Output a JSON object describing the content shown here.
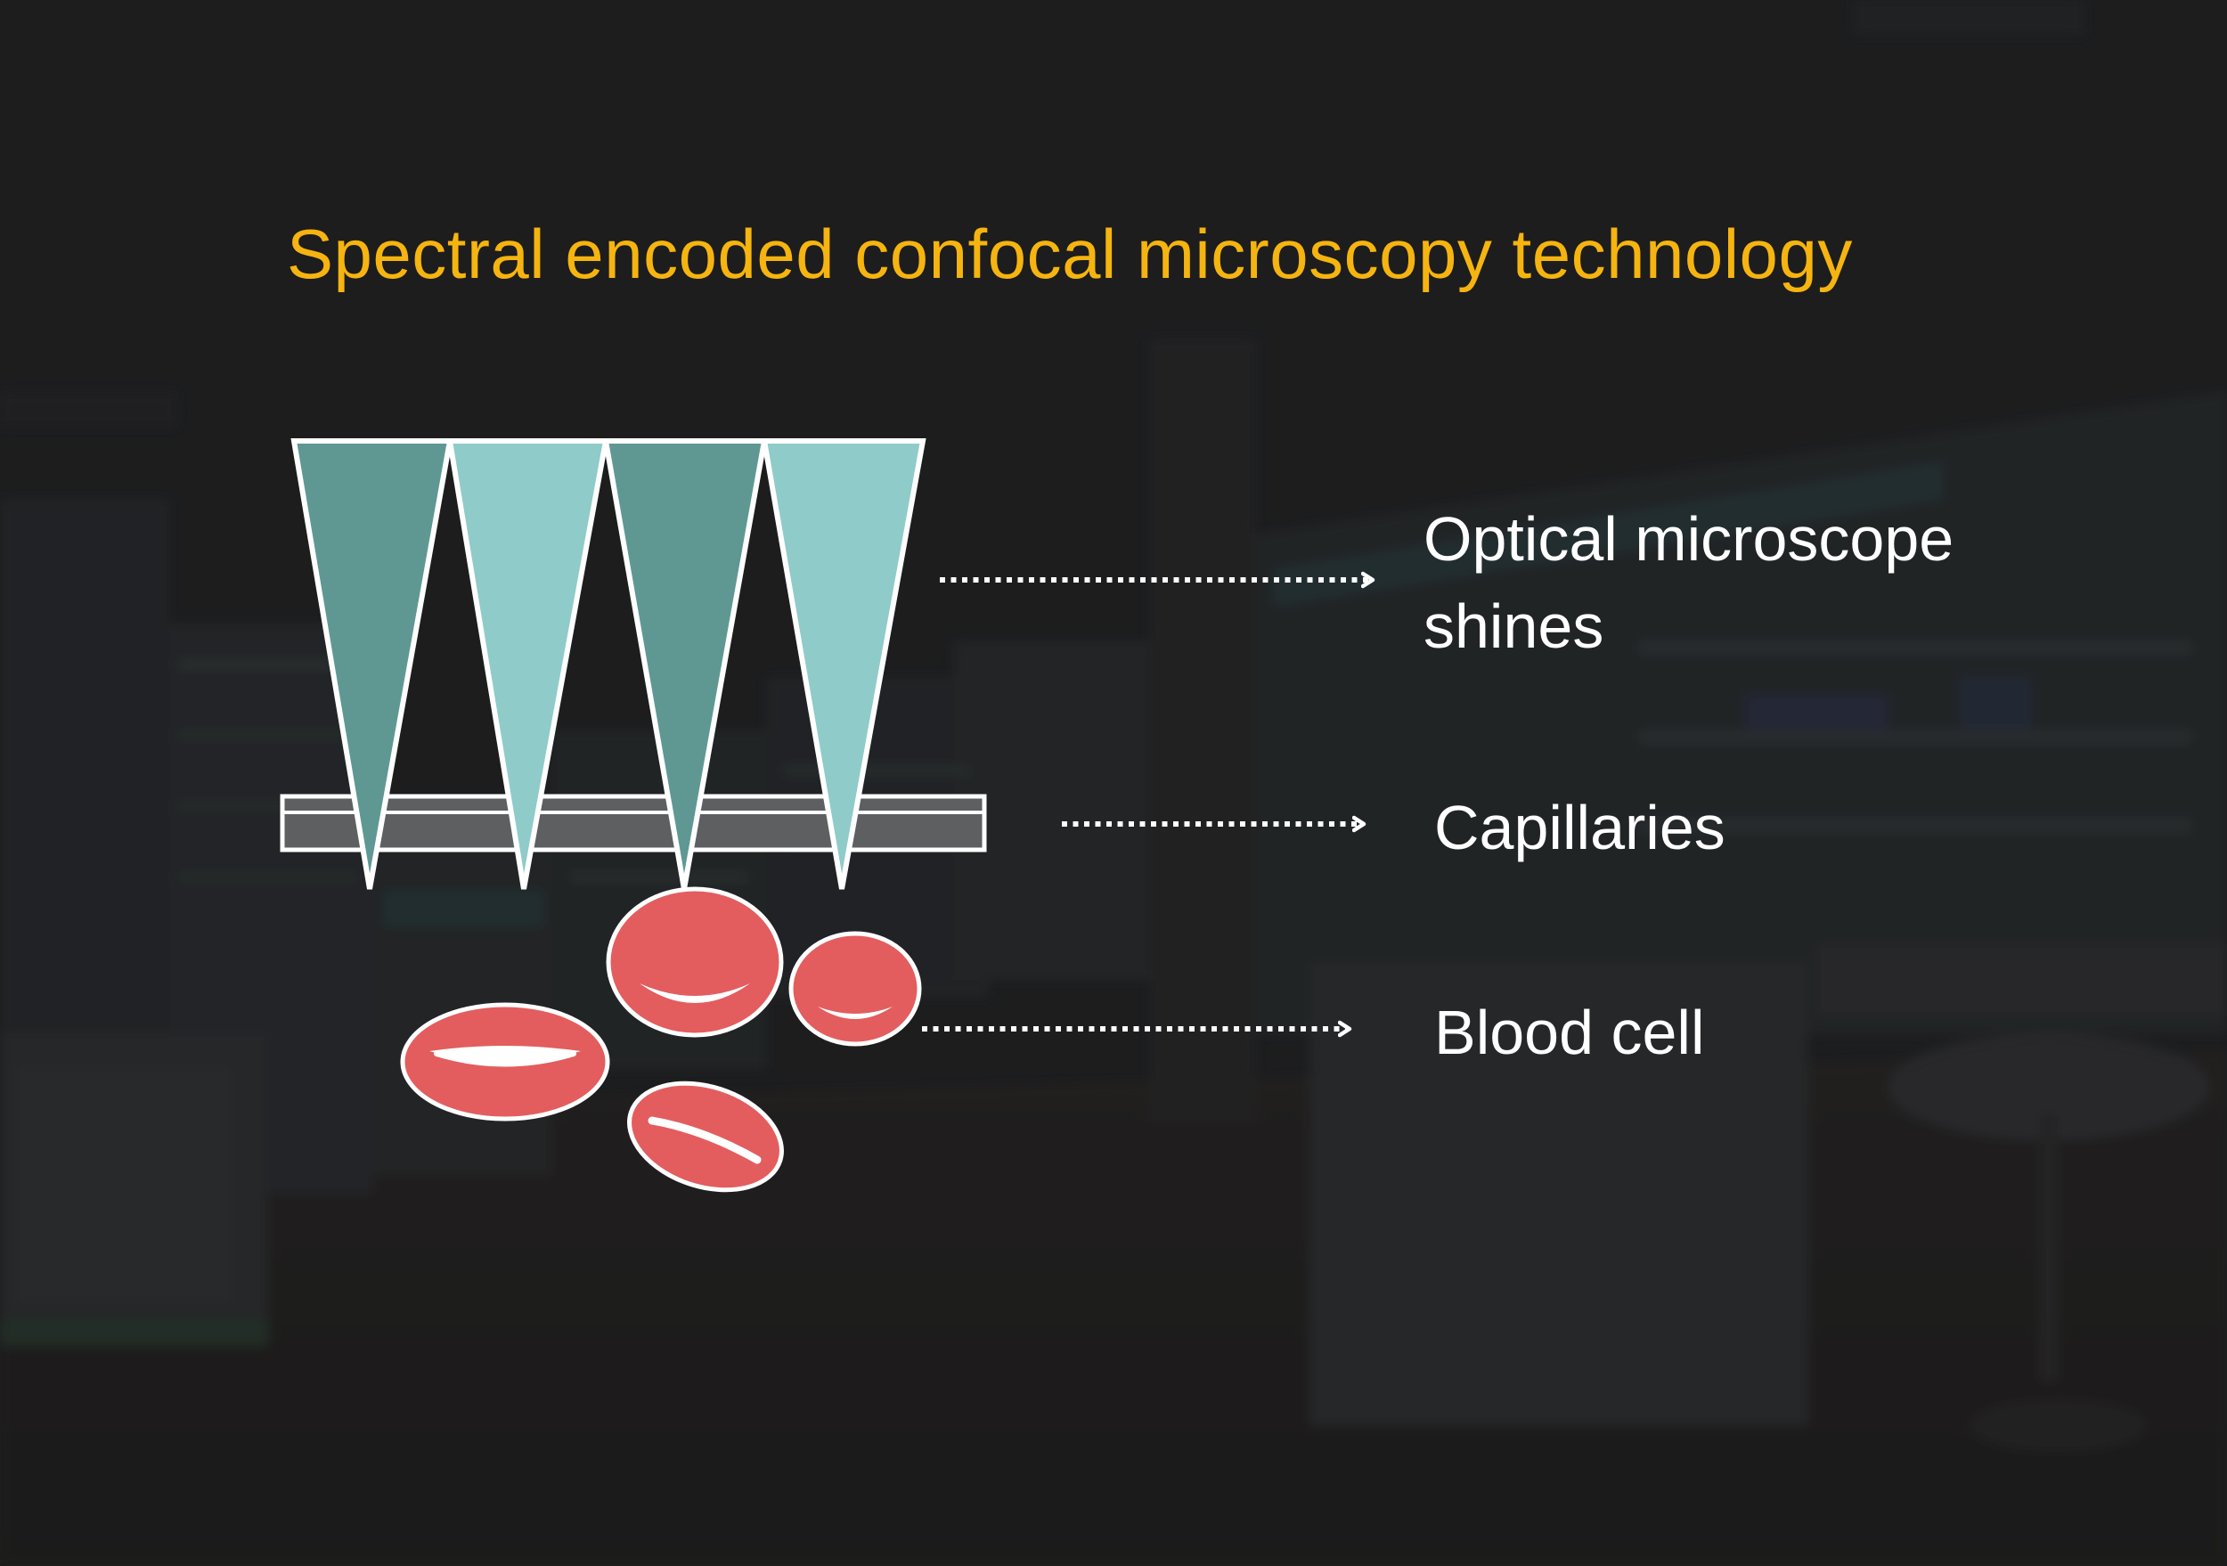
{
  "title": "Spectral encoded confocal microscopy technology",
  "labels": {
    "microscope": "Optical microscope shines",
    "capillaries": "Capillaries",
    "blood_cell": "Blood cell"
  },
  "colors": {
    "background": "#1f2021",
    "title": "#f5b40f",
    "beam_dark": "#5f9893",
    "beam_light": "#8fcbc9",
    "capillary_fill": "#5e5f60",
    "blood_cell": "#e35d5e",
    "label": "#ffffff",
    "outline": "#ffffff"
  }
}
